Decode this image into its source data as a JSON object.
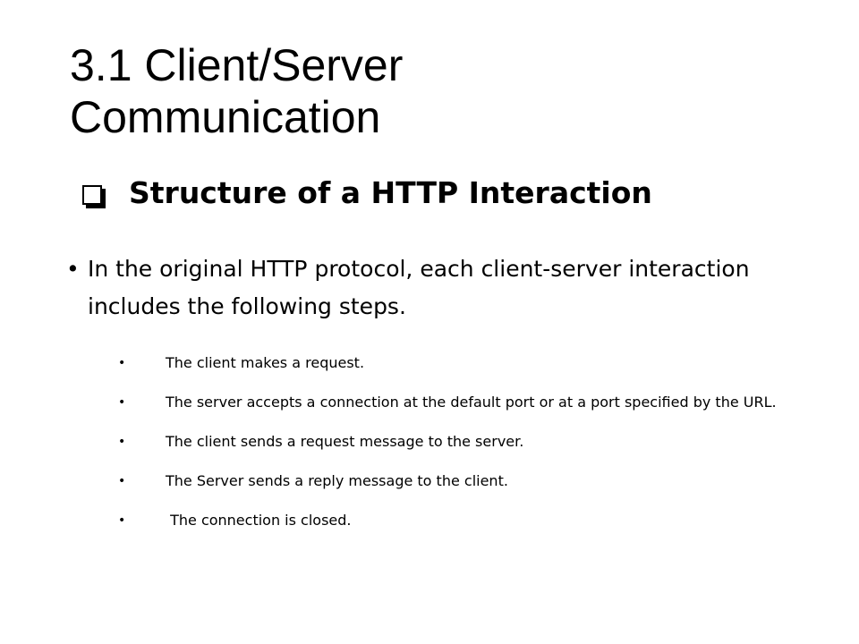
{
  "slide": {
    "title_line1": "3.1  Client/Server",
    "title_line2": "Communication",
    "heading": "Structure of a HTTP Interaction",
    "bullet_symbol": "•",
    "intro": "In the original HTTP protocol, each client-server interaction includes the following steps.",
    "steps": [
      "The client makes a request.",
      "The server accepts a connection at the default port or at a port specified by the URL.",
      "The client sends a request message to the server.",
      "The Server sends a reply message to the client.",
      " The connection is closed."
    ]
  }
}
